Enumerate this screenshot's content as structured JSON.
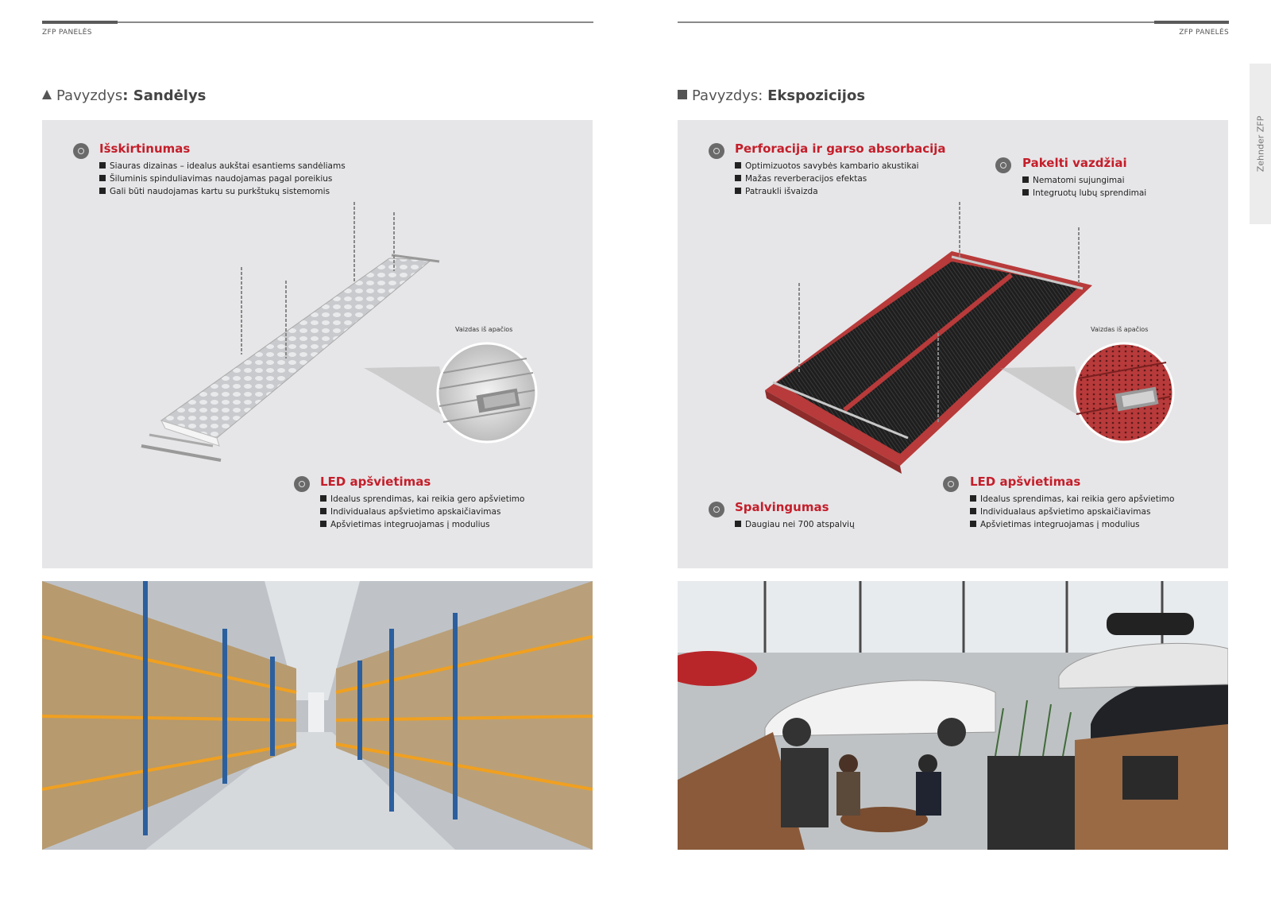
{
  "left_page": {
    "header_label": "ZFP PANELĖS",
    "heading_prefix": "Pavyzdys",
    "heading_sep": ": ",
    "heading_name": "Sandėlys",
    "features": [
      {
        "title": "Išskirtinumas",
        "items": [
          "Siauras dizainas – idealus aukštai esantiems sandėliams",
          "Šiluminis spinduliavimas naudojamas pagal poreikius",
          "Gali būti naudojamas kartu su purkštukų sistemomis"
        ]
      },
      {
        "title": "LED apšvietimas",
        "items": [
          "Idealus sprendimas, kai reikia gero apšvietimo",
          "Individualaus apšvietimo apskaičiavimas",
          "Apšvietimas integruojamas į modulius"
        ]
      }
    ],
    "view_caption": "Vaizdas iš apačios"
  },
  "right_page": {
    "header_label": "ZFP PANELĖS",
    "heading_prefix": "Pavyzdys",
    "heading_sep": ": ",
    "heading_name": "Ekspozicijos",
    "features": [
      {
        "title": "Perforacija ir garso absorbacija",
        "items": [
          "Optimizuotos savybės kambario akustikai",
          "Mažas reverberacijos efektas",
          "Patrauklі išvaizda"
        ]
      },
      {
        "title": "Pakelti vazdžiai",
        "items": [
          "Nematomi sujungimai",
          "Integruotų lubų sprendimai"
        ]
      },
      {
        "title": "Spalvingumas",
        "items": [
          "Daugiau nei 700 atspalvių"
        ]
      },
      {
        "title": "LED apšvietimas",
        "items": [
          "Idealus sprendimas, kai reikia gero apšvietimo",
          "Individualaus apšvietimo apskaičiavimas",
          "Apšvietimas integruojamas į modulius"
        ]
      }
    ],
    "view_caption": "Vaizdas iš apačios"
  },
  "side_tab_label": "Zehnder ZFP",
  "colors": {
    "accent_red": "#c41e2a",
    "panel_bg": "#e6e6e8",
    "panel_red": "#b83a3a"
  }
}
